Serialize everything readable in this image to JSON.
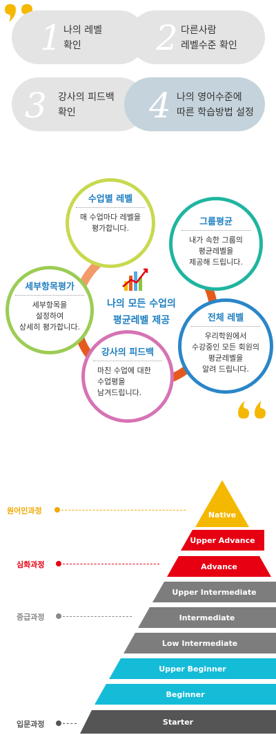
{
  "steps": [
    {
      "num": "1",
      "line1": "나의 레벨",
      "line2": "확인"
    },
    {
      "num": "2",
      "line1": "다른사람",
      "line2": "레벨수준 확인"
    },
    {
      "num": "3",
      "line1": "강사의 피드백",
      "line2": "확인"
    },
    {
      "num": "4",
      "line1": "나의 영어수준에",
      "line2": "따른 학습방법 설정"
    }
  ],
  "center": {
    "line1": "나의 모든 수업의",
    "line2": "평균레벨 제공"
  },
  "circles": [
    {
      "title": "수업별 레벨",
      "desc": "매 수업마다 레벨을\n평가합니다."
    },
    {
      "title": "그룹평균",
      "desc": "내가 속한 그룹의\n평균레벨을\n제공해 드립니다."
    },
    {
      "title": "전체 레벨",
      "desc": "우리학원에서\n수강중인 모든 회원의\n평균레벨을\n알려 드립니다."
    },
    {
      "title": "강사의 피드백",
      "desc": "마친 수업에 대한\n수업평을\n남겨드립니다."
    },
    {
      "title": "세부항목평가",
      "desc": "세부항목을\n설정하여\n상세히 평가합니다."
    }
  ],
  "pyramid": [
    {
      "label": "Native",
      "color": "#f5b800"
    },
    {
      "label": "Upper Advance",
      "color": "#e60012"
    },
    {
      "label": "Advance",
      "color": "#e60012"
    },
    {
      "label": "Upper Intermediate",
      "color": "#7d7d7d"
    },
    {
      "label": "Intermediate",
      "color": "#7d7d7d"
    },
    {
      "label": "Low Intermediate",
      "color": "#7d7d7d"
    },
    {
      "label": "Upper Beginner",
      "color": "#15bcd8"
    },
    {
      "label": "Beginner",
      "color": "#15bcd8"
    },
    {
      "label": "Starter",
      "color": "#555555"
    }
  ],
  "courses": [
    {
      "label": "원어민과정",
      "color": "#f2a900"
    },
    {
      "label": "심화과정",
      "color": "#e60012"
    },
    {
      "label": "중급과정",
      "color": "#888888"
    },
    {
      "label": "입문과정",
      "color": "#555555"
    }
  ]
}
